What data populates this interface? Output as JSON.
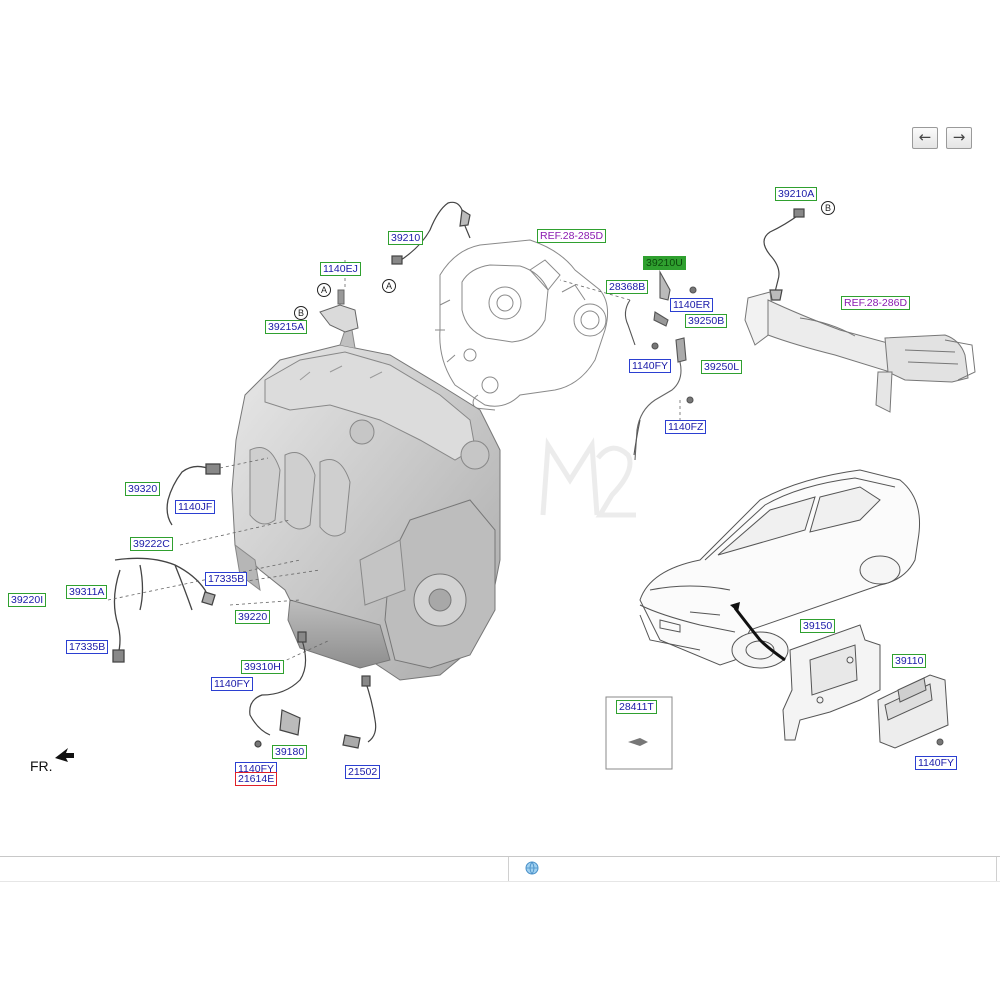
{
  "nav": {
    "prev_symbol": "←",
    "next_symbol": "→"
  },
  "orientation_label": "FR.",
  "parts": {
    "p39210": "39210",
    "p39210A": "39210A",
    "p39210U": "39210U",
    "ref_285": "REF.28-285D",
    "ref_286": "REF.28-286D",
    "p1140EJ": "1140EJ",
    "p39215A": "39215A",
    "p28368B": "28368B",
    "p1140ER": "1140ER",
    "p39250B": "39250B",
    "p1140FY_top": "1140FY",
    "p39250L": "39250L",
    "p1140FZ": "1140FZ",
    "p39320": "39320",
    "p1140JF": "1140JF",
    "p39222C": "39222C",
    "p39220I": "39220I",
    "p39311A": "39311A",
    "p17335B_a": "17335B",
    "p39220": "39220",
    "p17335B_b": "17335B",
    "p39310H": "39310H",
    "p1140FY_mid": "1140FY",
    "p39180": "39180",
    "p1140FY_low": "1140FY",
    "p21614E": "21614E",
    "p21502": "21502",
    "p28411T": "28411T",
    "p39150": "39150",
    "p39110": "39110",
    "p1140FY_ecu": "1140FY"
  },
  "callouts": {
    "a": "A",
    "b": "B"
  },
  "colors": {
    "tag_green": "#2fa02f",
    "tag_blue": "#2b3fd1",
    "tag_text": "#1a1aa8",
    "ref_text": "#8a1ab0",
    "tag_red": "#e0202a",
    "line_art": "#555555"
  },
  "icons": {
    "globe": "globe-icon",
    "arrow": "fr-arrow-icon"
  }
}
